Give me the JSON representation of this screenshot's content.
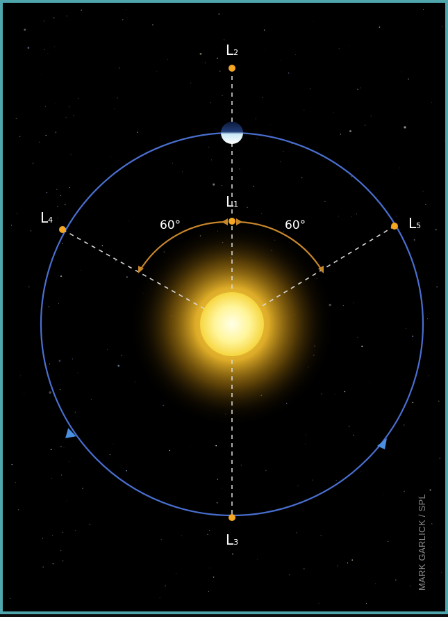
{
  "colors": {
    "background": "#000000",
    "frame": "#4fa7ad",
    "orbit": "#4a6fd0",
    "lagrange_point": "#f5a623",
    "angle_arc": "#c8862a",
    "dashed_line": "#cccccc",
    "sun_core": "#ffffa0",
    "sun_glow": "#f5b400"
  },
  "points": {
    "L1": {
      "letter": "L",
      "sub": "1"
    },
    "L2": {
      "letter": "L",
      "sub": "2"
    },
    "L3": {
      "letter": "L",
      "sub": "3"
    },
    "L4": {
      "letter": "L",
      "sub": "4"
    },
    "L5": {
      "letter": "L",
      "sub": "5"
    }
  },
  "angles": {
    "left": "60°",
    "right": "60°"
  },
  "bodies": {
    "sun": "sun",
    "planet": "earth"
  },
  "credit": "MARK GARLICK / SPL",
  "icons": {
    "orbit_direction": "arrowhead-icon"
  }
}
